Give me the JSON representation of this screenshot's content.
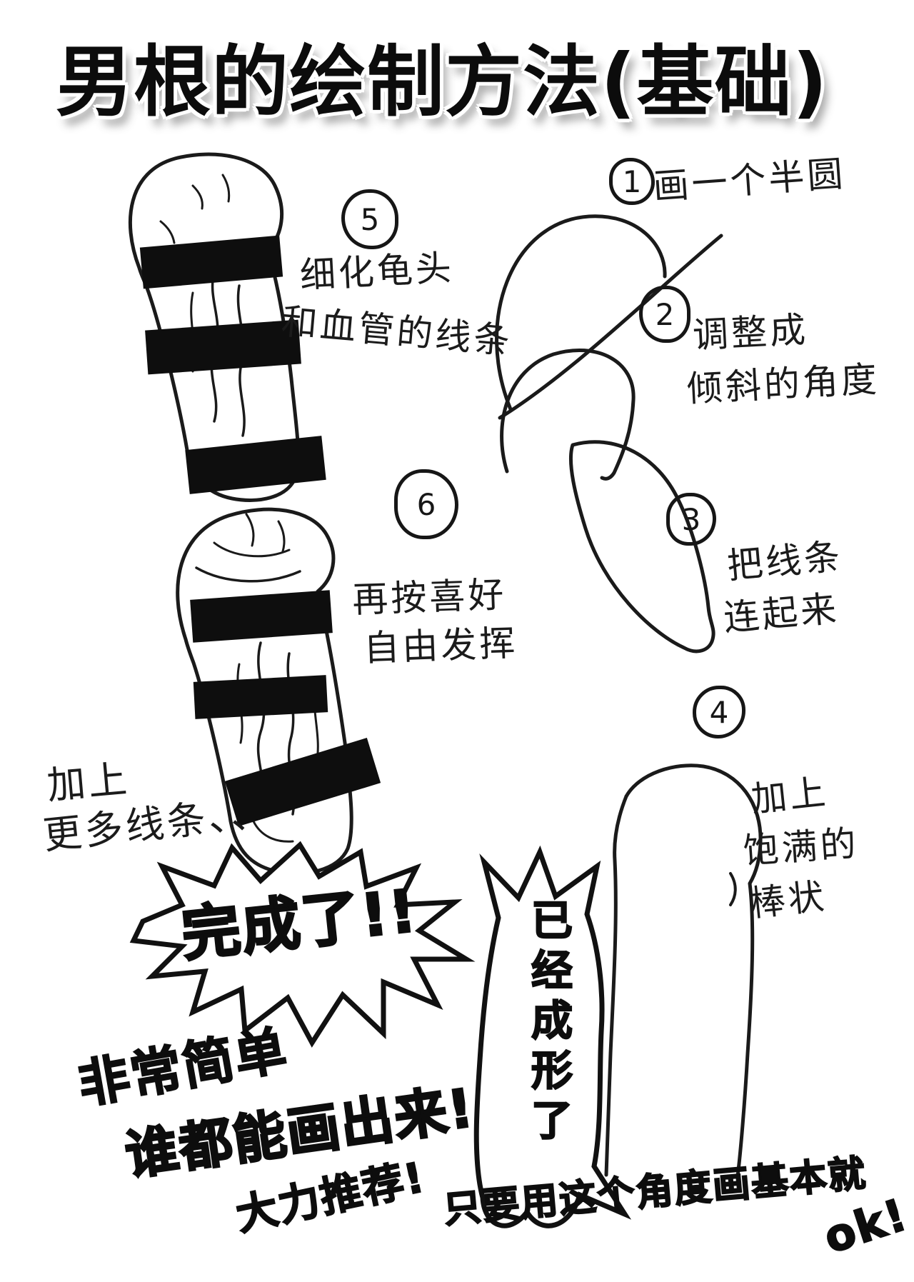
{
  "title": "男根的绘制方法(基础)",
  "ink_color": "#1a1a1a",
  "censor_color": "#0e0e0e",
  "paper_color": "#ffffff",
  "steps": [
    {
      "n": "1",
      "lines": [
        "画一个半圆"
      ]
    },
    {
      "n": "2",
      "lines": [
        "调整成",
        "倾斜的角度"
      ]
    },
    {
      "n": "3",
      "lines": [
        "把线条",
        "连起来"
      ]
    },
    {
      "n": "4",
      "lines": [
        "加上",
        "饱满的",
        "棒状"
      ]
    },
    {
      "n": "5",
      "lines": [
        "细化龟头",
        "和血管的线条"
      ]
    },
    {
      "n": "6",
      "lines": [
        "再按喜好",
        "自由发挥"
      ]
    }
  ],
  "annotations": {
    "add_more_1": "加上",
    "add_more_2": "更多线条、、",
    "done": "完成了!!",
    "taking_shape": "已经成形了",
    "very_simple": "非常简单",
    "anyone_can_draw": "谁都能画出来!",
    "strongly_recommend": "大力推荐!",
    "angle_note": "只要用这个角度画基本就",
    "angle_note_ok": "ok!"
  }
}
